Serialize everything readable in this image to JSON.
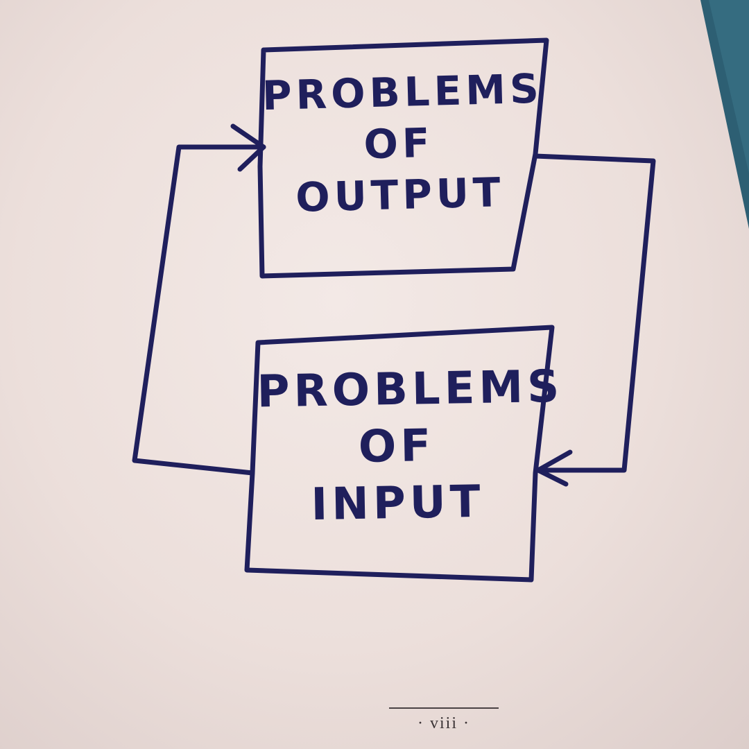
{
  "diagram": {
    "type": "feedback-loop",
    "nodes": [
      {
        "id": "output",
        "lines": [
          "PROBLEMS",
          "OF",
          "OUTPUT"
        ]
      },
      {
        "id": "input",
        "lines": [
          "PROBLEMS",
          "OF",
          "INPUT"
        ]
      }
    ],
    "edges": [
      {
        "from": "output",
        "to": "input",
        "route": "right side"
      },
      {
        "from": "input",
        "to": "output",
        "route": "left side"
      }
    ]
  },
  "page": {
    "folio": "· viii ·"
  },
  "colors": {
    "ink": "#1f1f5c",
    "paper": "#efe4e1",
    "table": "#2d5f73"
  }
}
